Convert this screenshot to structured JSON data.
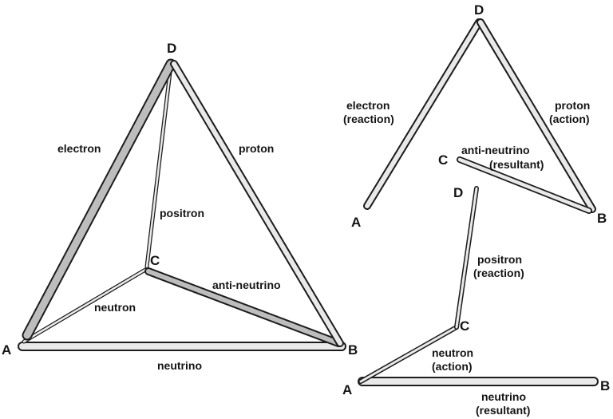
{
  "colors": {
    "background": "#ffffff",
    "rod_outline": "#1c1c1c",
    "rod_fill": "#e9e9e9",
    "rod_fill_shaded": "#bdbdbd",
    "ink": "#141414"
  },
  "figures": {
    "tetrahedron": {
      "vertices": {
        "A": "A",
        "B": "B",
        "C": "C",
        "D": "D"
      },
      "edges": {
        "electron": "electron",
        "proton": "proton",
        "positron": "positron",
        "anti_neutrino": "anti-neutrino",
        "neutron": "neutron",
        "neutrino": "neutrino"
      }
    },
    "top_right": {
      "vertices": {
        "A": "A",
        "B": "B",
        "C": "C",
        "D": "D"
      },
      "labels": {
        "electron": "electron",
        "electron_role": "(reaction)",
        "proton": "proton",
        "proton_role": "(action)",
        "anti_neutrino": "anti-neutrino",
        "anti_neutrino_role": "(resultant)"
      }
    },
    "bottom_right": {
      "vertices": {
        "A": "A",
        "B": "B",
        "C": "C",
        "D": "D"
      },
      "labels": {
        "positron": "positron",
        "positron_role": "(reaction)",
        "neutron": "neutron",
        "neutron_role": "(action)",
        "neutrino": "neutrino",
        "neutrino_role": "(resultant)"
      }
    }
  }
}
